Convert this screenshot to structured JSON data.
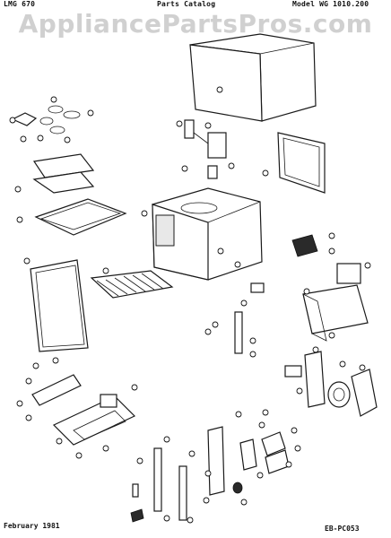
{
  "header": {
    "left": "LMG 670",
    "center": "Parts Catalog",
    "right": "Model WG 1010.200"
  },
  "watermark": "AppliancePartsPros.com",
  "footer": {
    "date": "February 1981",
    "code": "EB-PC053"
  }
}
